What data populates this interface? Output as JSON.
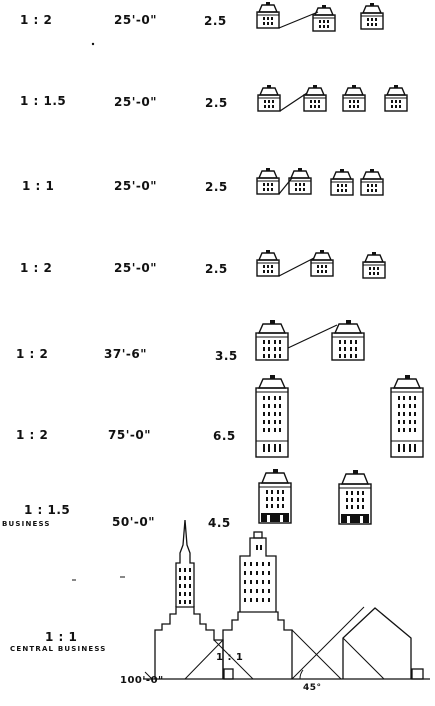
{
  "rows": [
    {
      "ratio": "1 : 2",
      "setback": "25'-0\"",
      "stories": "2.5"
    },
    {
      "ratio": "1 : 1.5",
      "setback": "25'-0\"",
      "stories": "2.5"
    },
    {
      "ratio": "1 : 1",
      "setback": "25'-0\"",
      "stories": "2.5"
    },
    {
      "ratio": "1 : 2",
      "setback": "25'-0\"",
      "stories": "2.5"
    },
    {
      "ratio": "1 : 2",
      "setback": "37'-6\"",
      "stories": "3.5"
    },
    {
      "ratio": "1 : 2",
      "setback": "75'-0\"",
      "stories": "6.5"
    },
    {
      "ratio": "1 : 1.5",
      "setback": "50'-0\"",
      "stories": "4.5",
      "zone": "BUSINESS"
    },
    {
      "ratio": "1 : 1",
      "zone": "CENTRAL BUSINESS",
      "base_height": "100'-0\"",
      "ratio_mark": "1 : 1",
      "angle": "45°"
    }
  ]
}
